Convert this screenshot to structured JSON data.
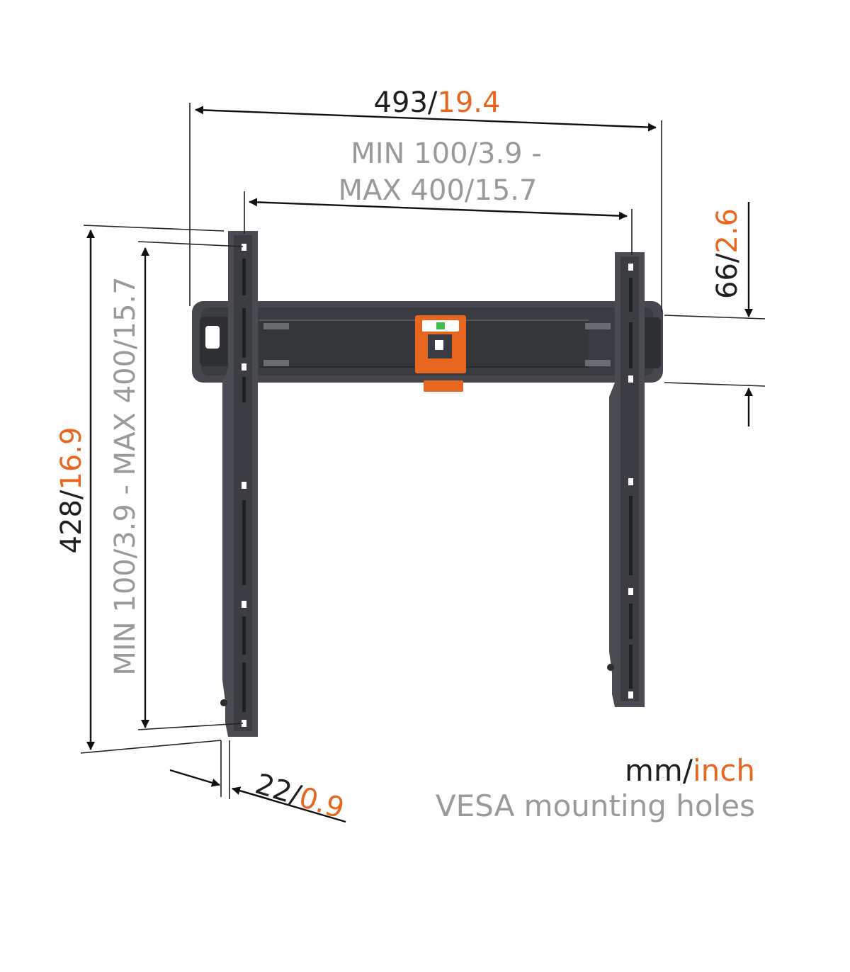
{
  "dimensions": {
    "total_width": {
      "mm": "493",
      "sep": "/",
      "inch": "19.4"
    },
    "vesa_horizontal": {
      "line1_mm": "MIN 100",
      "line1_sep": "/",
      "line1_inch": "3.9 -",
      "line2_mm": "MAX 400",
      "line2_sep": "/",
      "line2_inch": "15.7"
    },
    "rail_height": {
      "mm": "66",
      "sep": "/",
      "inch": "2.6"
    },
    "total_height": {
      "mm": "428",
      "sep": "/",
      "inch": "16.9"
    },
    "vesa_vertical": {
      "mm_min": "MIN 100",
      "sep1": "/",
      "inch_min": "3.9",
      "dash": " - ",
      "mm_max": "MAX 400",
      "sep2": "/",
      "inch_max": "15.7"
    },
    "depth": {
      "mm": "22",
      "sep": "/",
      "inch": "0.9"
    }
  },
  "legend": {
    "units_mm": "mm",
    "units_sep": "/",
    "units_inch": "inch",
    "note": "VESA mounting holes"
  },
  "colors": {
    "metric": "#1f1f1f",
    "imperial": "#e8671e",
    "vesa_text": "#9a9a9a",
    "bracket": "#3d3f44",
    "level": "#e8671e"
  }
}
